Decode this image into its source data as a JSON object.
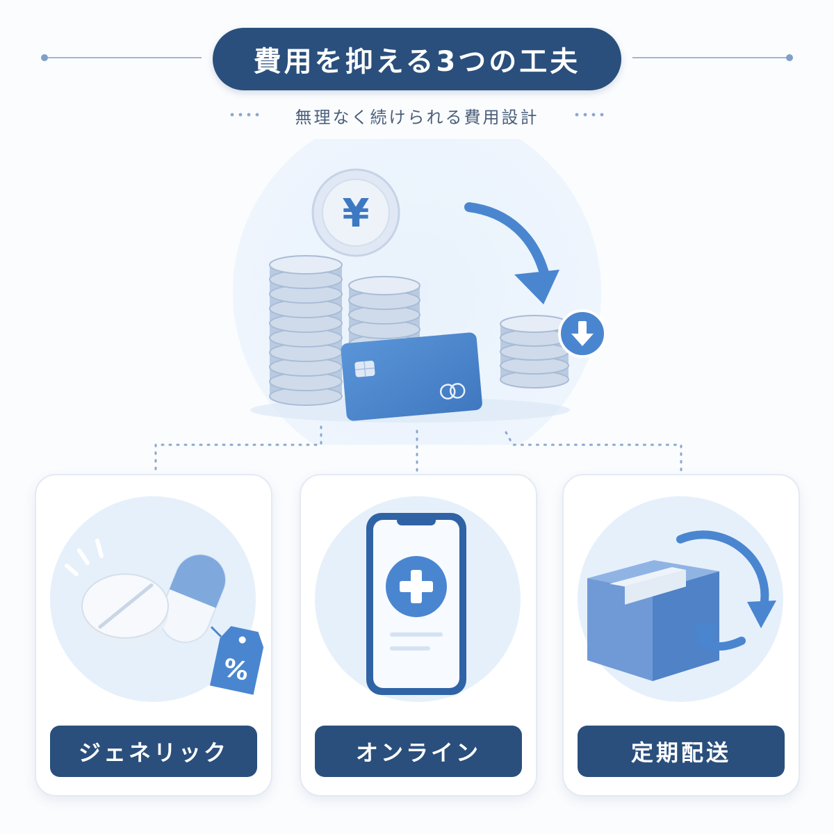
{
  "header": {
    "title": "費用を抑える3つの工夫",
    "subtitle": "無理なく続けられる費用設計"
  },
  "hero": {
    "coin_symbol": "¥",
    "icons": [
      "yen-coin",
      "coin-stack",
      "credit-card",
      "down-arrow-badge",
      "curved-arrow"
    ]
  },
  "cards": [
    {
      "label": "ジェネリック",
      "icon": "pills-with-discount-tag",
      "tag_text": "%"
    },
    {
      "label": "オンライン",
      "icon": "smartphone-medical-cross"
    },
    {
      "label": "定期配送",
      "icon": "box-with-cycle-arrows"
    }
  ],
  "colors": {
    "navy": "#2a4f7c",
    "accent_blue": "#4a86d0",
    "light_blue": "#e6f0fb",
    "background": "#fbfcfe"
  }
}
